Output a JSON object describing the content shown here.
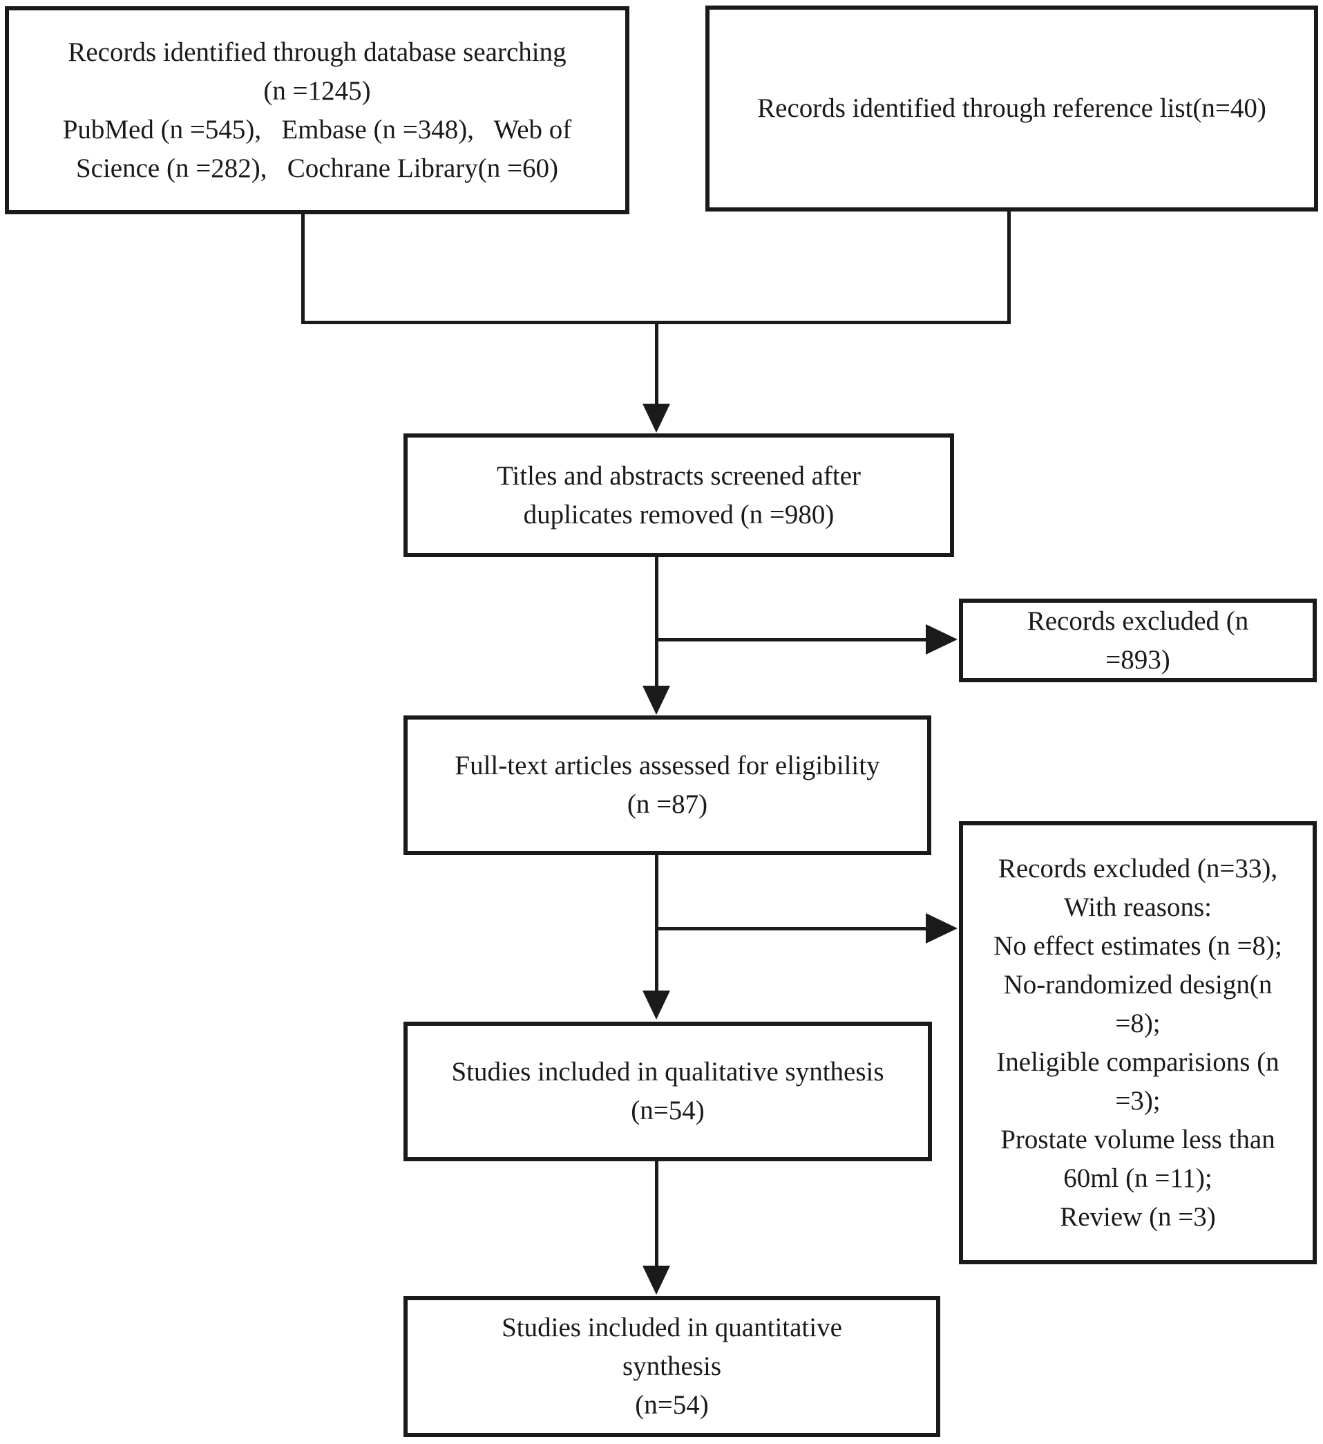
{
  "colors": {
    "ink": "#1a1a1a",
    "background": "#ffffff"
  },
  "nodes": {
    "db_search": {
      "text": "Records identified through database searching\n(n =1245)\nPubMed (n =545),   Embase (n =348),   Web of\nScience (n =282),   Cochrane Library(n =60)"
    },
    "ref_list": {
      "text": "Records identified through reference list(n=40)"
    },
    "screened": {
      "text": "Titles and abstracts screened after\nduplicates removed (n =980)"
    },
    "records_excluded": {
      "text": "Records excluded (n\n=893)"
    },
    "fulltext": {
      "text": "Full-text articles assessed for eligibility\n(n =87)"
    },
    "exclusion_reasons": {
      "text": "Records excluded (n=33),\nWith reasons:\nNo effect estimates (n =8);\nNo-randomized design(n\n=8);\nIneligible comparisions (n\n=3);\nProstate volume less than\n60ml (n =11);\nReview (n =3)"
    },
    "qualitative": {
      "text": "Studies included in qualitative synthesis\n(n=54)"
    },
    "quantitative": {
      "text": "Studies included in quantitative\nsynthesis\n(n=54)"
    }
  },
  "edges": [
    {
      "from": "db_search",
      "to": "screened"
    },
    {
      "from": "ref_list",
      "to": "screened"
    },
    {
      "from": "screened",
      "to": "records_excluded"
    },
    {
      "from": "screened",
      "to": "fulltext"
    },
    {
      "from": "fulltext",
      "to": "exclusion_reasons"
    },
    {
      "from": "fulltext",
      "to": "qualitative"
    },
    {
      "from": "qualitative",
      "to": "quantitative"
    }
  ]
}
